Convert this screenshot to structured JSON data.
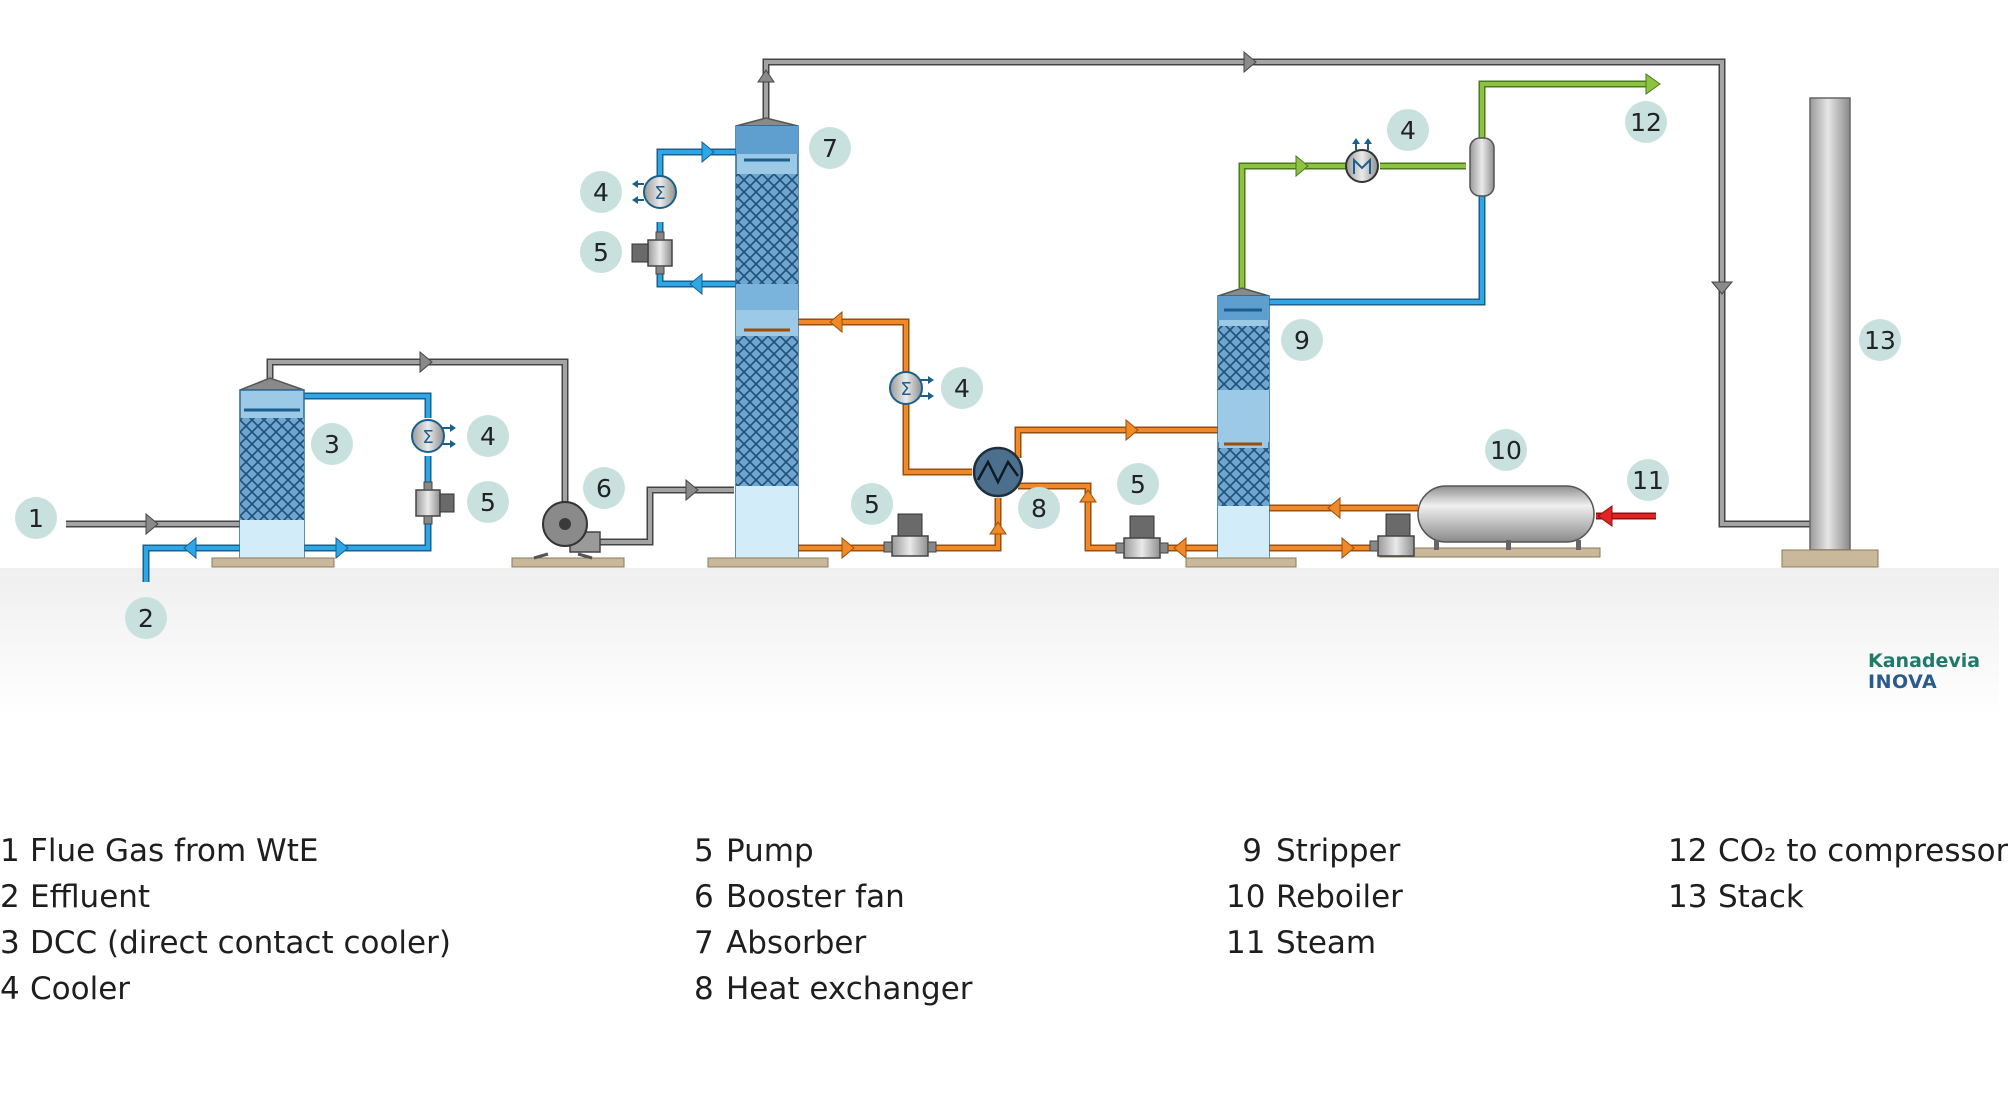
{
  "colors": {
    "gas": "#7a7a7a",
    "water": "#1e9ad6",
    "solvent": "#e67e1e",
    "co2": "#7fb53a",
    "steam": "#d42020",
    "badge": "#c8e1df",
    "ground": "#f3f3f3",
    "base": "#c9b99a",
    "tower_fill": "#9cc9e6",
    "packing": "#4a7fa8"
  },
  "badges": {
    "b1": "1",
    "b2": "2",
    "b3": "3",
    "b4a": "4",
    "b5a": "5",
    "b6": "6",
    "b7": "7",
    "b4b": "4",
    "b5b": "5",
    "b4c": "4",
    "b5c": "5",
    "b8": "8",
    "b5d": "5",
    "b9": "9",
    "b4d": "4",
    "b10": "10",
    "b11": "11",
    "b12": "12",
    "b13": "13"
  },
  "brand": {
    "line1": "Kanadevia",
    "line2": "INOVA"
  },
  "legend": {
    "col1": [
      {
        "num": "1",
        "label": "Flue Gas from WtE"
      },
      {
        "num": "2",
        "label": "Effluent"
      },
      {
        "num": "3",
        "label": "DCC (direct contact cooler)"
      },
      {
        "num": "4",
        "label": "Cooler"
      }
    ],
    "col2": [
      {
        "num": "5",
        "label": "Pump"
      },
      {
        "num": "6",
        "label": "Booster fan"
      },
      {
        "num": "7",
        "label": "Absorber"
      },
      {
        "num": "8",
        "label": "Heat exchanger"
      }
    ],
    "col3": [
      {
        "num": "9",
        "label": "Stripper"
      },
      {
        "num": "10",
        "label": "Reboiler"
      },
      {
        "num": "11",
        "label": "Steam"
      }
    ],
    "col4": [
      {
        "num": "12",
        "label": "CO₂ to compressor"
      },
      {
        "num": "13",
        "label": "Stack"
      }
    ]
  }
}
